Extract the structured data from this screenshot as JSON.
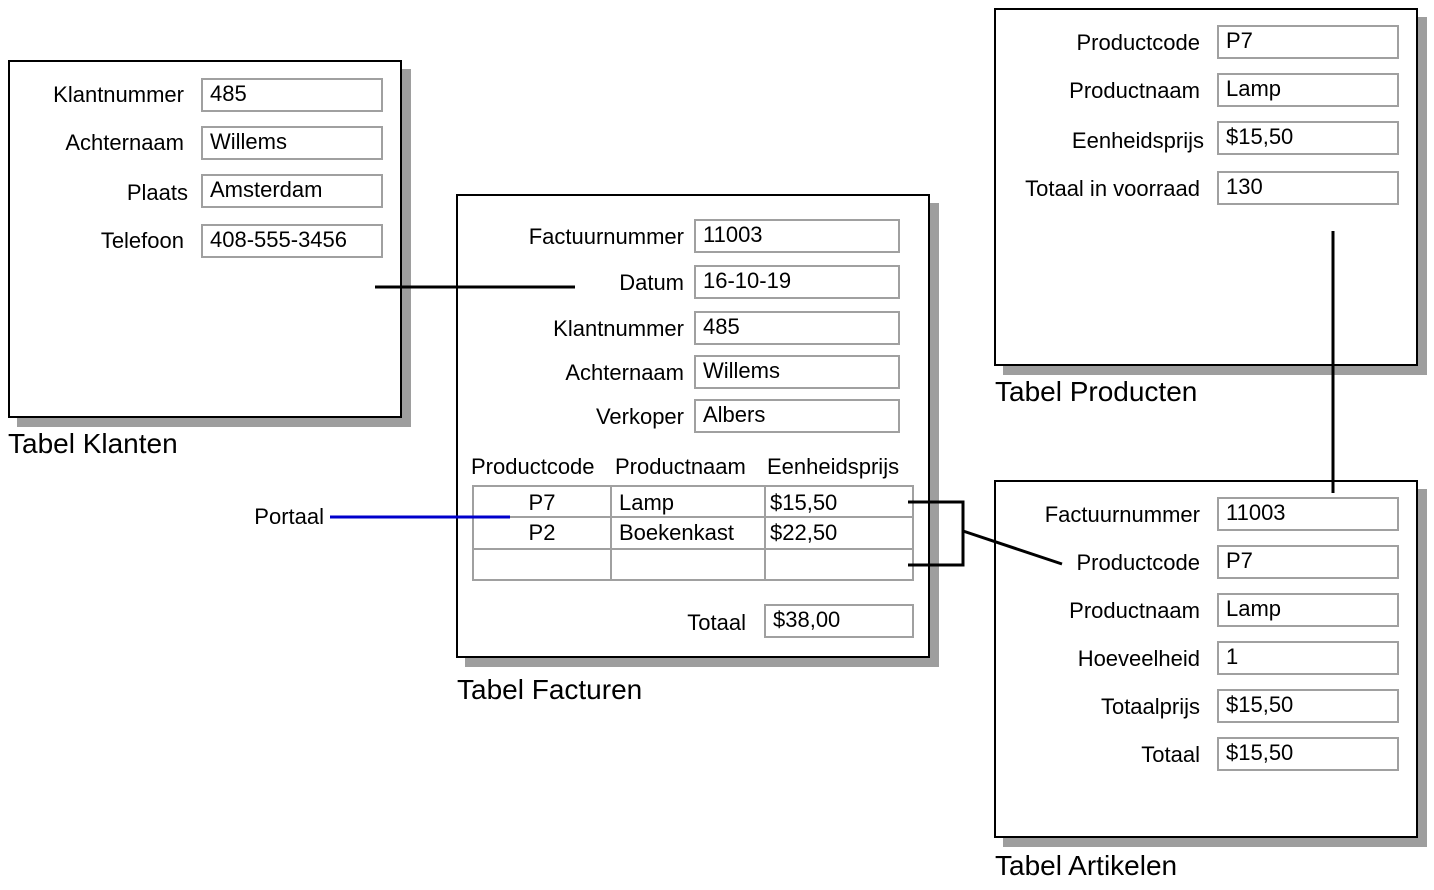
{
  "klanten": {
    "title": "Tabel Klanten",
    "fields": [
      {
        "label": "Klantnummer",
        "value": "485"
      },
      {
        "label": "Achternaam",
        "value": "Willems"
      },
      {
        "label": "Plaats",
        "value": "Amsterdam"
      },
      {
        "label": "Telefoon",
        "value": "408-555-3456"
      }
    ]
  },
  "facturen": {
    "title": "Tabel Facturen",
    "fields": [
      {
        "label": "Factuurnummer",
        "value": "11003"
      },
      {
        "label": "Datum",
        "value": "16-10-19"
      },
      {
        "label": "Klantnummer",
        "value": "485"
      },
      {
        "label": "Achternaam",
        "value": "Willems"
      },
      {
        "label": "Verkoper",
        "value": "Albers"
      }
    ],
    "portal": {
      "headers": [
        "Productcode",
        "Productnaam",
        "Eenheidsprijs"
      ],
      "rows": [
        [
          "P7",
          "Lamp",
          "$15,50"
        ],
        [
          "P2",
          "Boekenkast",
          "$22,50"
        ],
        [
          "",
          "",
          ""
        ]
      ]
    },
    "total_label": "Totaal",
    "total_value": "$38,00"
  },
  "producten": {
    "title": "Tabel Producten",
    "fields": [
      {
        "label": "Productcode",
        "value": "P7"
      },
      {
        "label": "Productnaam",
        "value": "Lamp"
      },
      {
        "label": "Eenheidsprijs",
        "value": "$15,50"
      },
      {
        "label": "Totaal in voorraad",
        "value": "130"
      }
    ]
  },
  "artikelen": {
    "title": "Tabel Artikelen",
    "fields": [
      {
        "label": "Factuurnummer",
        "value": "11003"
      },
      {
        "label": "Productcode",
        "value": "P7"
      },
      {
        "label": "Productnaam",
        "value": "Lamp"
      },
      {
        "label": "Hoeveelheid",
        "value": "1"
      },
      {
        "label": "Totaalprijs",
        "value": "$15,50"
      },
      {
        "label": "Totaal",
        "value": "$15,50"
      }
    ]
  },
  "portal_label": "Portaal",
  "colors": {
    "portal_line": "#0000cc",
    "connector": "#000000",
    "field_border": "#a0a0a0",
    "shadow": "#9e9e9e"
  }
}
